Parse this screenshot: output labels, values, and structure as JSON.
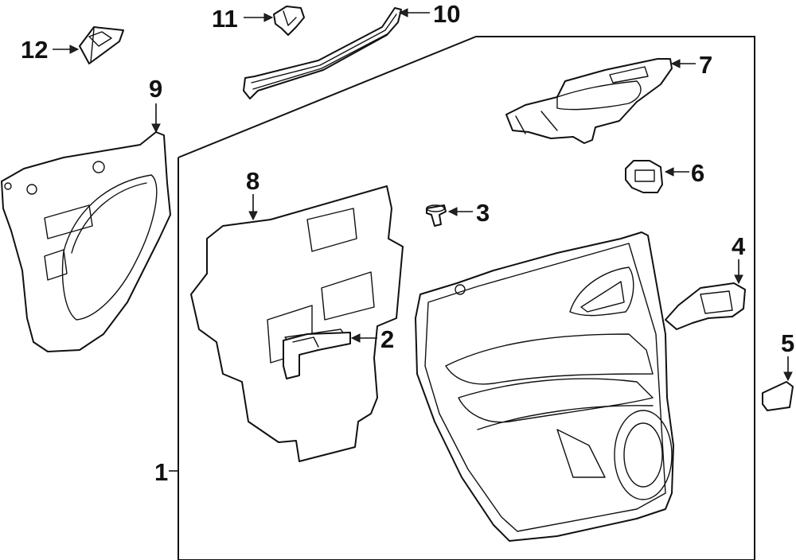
{
  "callouts": {
    "c1": "1",
    "c2": "2",
    "c3": "3",
    "c4": "4",
    "c5": "5",
    "c6": "6",
    "c7": "7",
    "c8": "8",
    "c9": "9",
    "c10": "10",
    "c11": "11",
    "c12": "12"
  },
  "line_color": "#111111",
  "background_color": "#ffffff"
}
